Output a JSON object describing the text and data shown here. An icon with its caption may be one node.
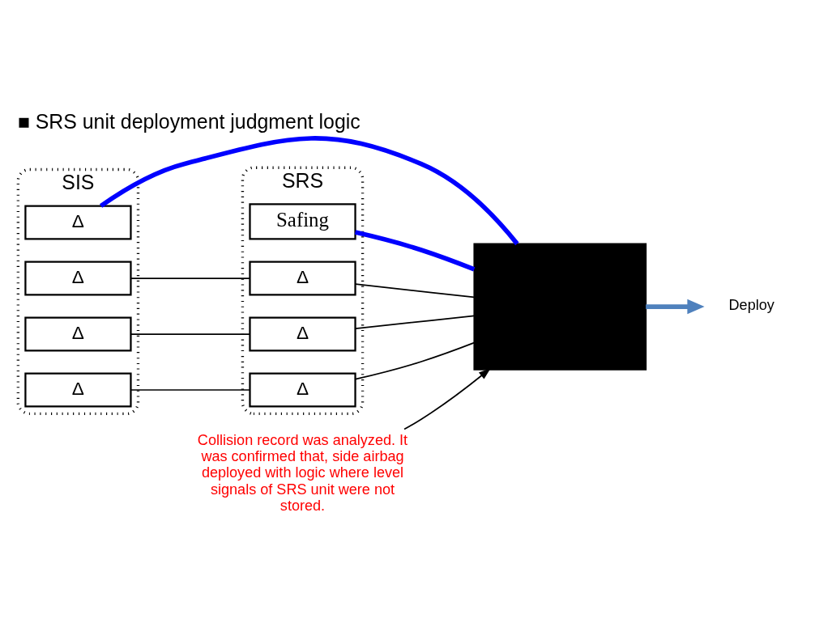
{
  "diagram": {
    "title": "■ SRS unit deployment judgment logic",
    "nodes": [
      {
        "text": [
          "SIS"
        ]
      },
      {
        "text": [
          "SRS"
        ]
      },
      {
        "text": [
          "Safing"
        ],
        "in": 1
      },
      {
        "text": [
          "Δ"
        ],
        "in": 0
      },
      {
        "text": [],
        "shape": "box"
      },
      {
        "text": [
          "Deploy"
        ]
      },
      {
        "text": [
          "Δ"
        ],
        "in": 0
      },
      {
        "text": [
          "Δ"
        ],
        "in": 1
      },
      {
        "text": [
          "Δ"
        ],
        "in": 0
      },
      {
        "text": [
          "Δ"
        ],
        "in": 1
      },
      {
        "text": [
          "Δ"
        ],
        "in": 0
      },
      {
        "text": [
          "Δ"
        ],
        "in": 1
      },
      {
        "text": [
          "Collision record was analyzed. It was confirmed that, side airbag deployed with logic where level signals of SRS unit were not stored."
        ]
      }
    ],
    "edges": [
      {
        "from": 2,
        "to": 4,
        "arrow": "none",
        "style": "thick",
        "color": "#0000ff"
      },
      {
        "from": 3,
        "to": 4,
        "arrow": "none",
        "style": "thick",
        "color": "#0000ff"
      },
      {
        "from": 4,
        "to": 5,
        "arrow": "to",
        "style": "thick",
        "color": "#4f81bd"
      },
      {
        "from": 6,
        "to": 7,
        "arrow": "none"
      },
      {
        "from": 8,
        "to": 9,
        "arrow": "none"
      },
      {
        "from": 10,
        "to": 11,
        "arrow": "none"
      },
      {
        "from": 7,
        "to": 4,
        "arrow": "none"
      },
      {
        "from": 9,
        "to": 4,
        "arrow": "none"
      },
      {
        "from": 11,
        "to": 4,
        "arrow": "none"
      },
      {
        "from": 12,
        "to": 4,
        "arrow": "to"
      }
    ]
  }
}
